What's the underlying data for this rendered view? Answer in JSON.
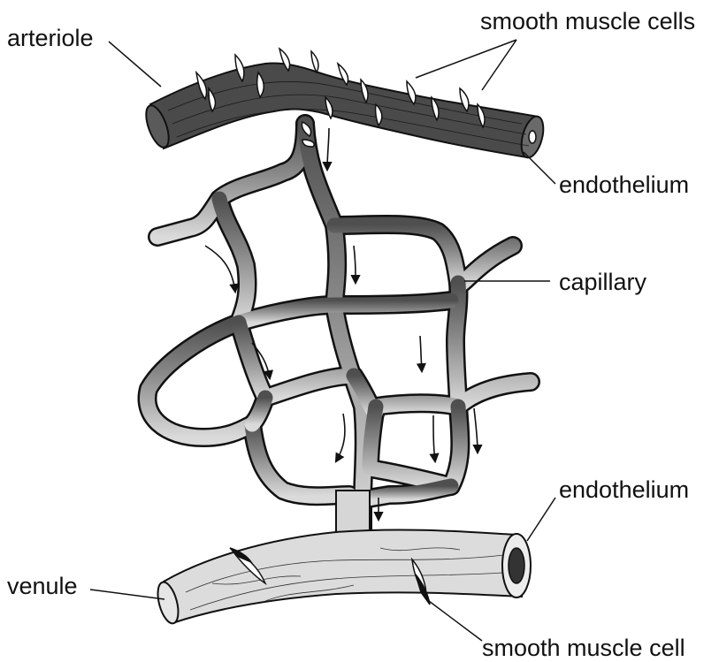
{
  "labels": {
    "arteriole": "arteriole",
    "smooth_muscle_cells": "smooth muscle cells",
    "endothelium_top": "endothelium",
    "capillary": "capillary",
    "endothelium_bottom": "endothelium",
    "venule": "venule",
    "smooth_muscle_cell": "smooth muscle cell"
  },
  "colors": {
    "arteriole_fill": "#4a4a4a",
    "capillary_top": "#5a5a5a",
    "capillary_bottom": "#d9d9d9",
    "venule_fill": "#dcdcdc",
    "outline": "#111111"
  }
}
